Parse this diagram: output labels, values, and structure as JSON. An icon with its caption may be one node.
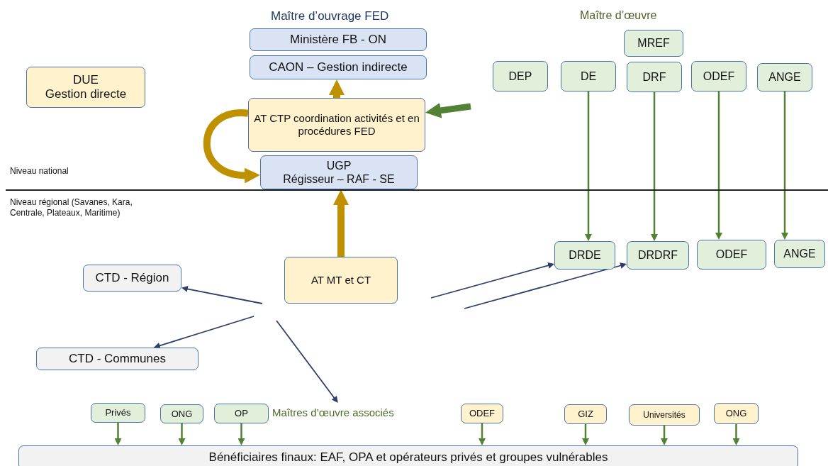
{
  "diagram": {
    "nodes": [
      {
        "text": [
          "DUE",
          "Gestion directe"
        ]
      },
      {
        "text": [
          "Ministère FB - ON"
        ]
      },
      {
        "text": [
          "CAON – Gestion indirecte"
        ]
      },
      {
        "text": [
          "AT CTP coordination activités et en procédures FED"
        ]
      },
      {
        "text": [
          "UGP",
          "Régisseur – RAF - SE"
        ]
      },
      {
        "text": [
          "MREF"
        ]
      },
      {
        "text": [
          "DEP"
        ]
      },
      {
        "text": [
          "DE"
        ]
      },
      {
        "text": [
          "DRF"
        ]
      },
      {
        "text": [
          "ODEF"
        ]
      },
      {
        "text": [
          "ANGE"
        ]
      },
      {
        "text": [
          "DRDE"
        ]
      },
      {
        "text": [
          "DRDRF"
        ]
      },
      {
        "text": [
          "ODEF"
        ]
      },
      {
        "text": [
          "ANGE"
        ]
      },
      {
        "text": [
          "CTD - Région"
        ]
      },
      {
        "text": [
          "AT MT et CT"
        ]
      },
      {
        "text": [
          "CTD - Communes"
        ]
      },
      {
        "text": [
          "Privés"
        ]
      },
      {
        "text": [
          "ONG"
        ]
      },
      {
        "text": [
          "OP"
        ]
      },
      {
        "text": [
          "Maîtres d’œuvre associés"
        ]
      },
      {
        "text": [
          "ODEF"
        ]
      },
      {
        "text": [
          "GIZ"
        ]
      },
      {
        "text": [
          "Universités"
        ]
      },
      {
        "text": [
          "ONG"
        ]
      },
      {
        "text": [
          "Bénéficiaires finaux: EAF, OPA et opérateurs privés et groupes vulnérables"
        ]
      }
    ],
    "edges": [
      {
        "from": 3,
        "to": 2,
        "arrow": "to",
        "style": "thick",
        "color": "#bf9000"
      },
      {
        "from": 3,
        "to": 4,
        "arrow": "to",
        "style": "thick",
        "color": "#bf9000"
      },
      {
        "from": 16,
        "to": 4,
        "arrow": "to",
        "style": "thick",
        "color": "#bf9000"
      },
      {
        "from": null,
        "to": 3,
        "arrow": "to",
        "style": "thick"
      },
      {
        "from": 7,
        "to": 11,
        "arrow": "to"
      },
      {
        "from": 8,
        "to": 12,
        "arrow": "to"
      },
      {
        "from": 9,
        "to": 13,
        "arrow": "to"
      },
      {
        "from": 10,
        "to": 14,
        "arrow": "to"
      },
      {
        "from": null,
        "to": 15,
        "arrow": "to",
        "color": "#2f3f6b"
      },
      {
        "from": null,
        "to": 17,
        "arrow": "to",
        "color": "#2f3f6b"
      },
      {
        "from": null,
        "to": 21,
        "arrow": "to",
        "color": "#2f3f6b"
      },
      {
        "from": null,
        "to": 11,
        "arrow": "to",
        "color": "#2f3f6b"
      },
      {
        "from": null,
        "to": 12,
        "arrow": "to",
        "color": "#2f3f6b"
      },
      {
        "from": 18,
        "to": 26,
        "arrow": "to"
      },
      {
        "from": 19,
        "to": 26,
        "arrow": "to"
      },
      {
        "from": 20,
        "to": 26,
        "arrow": "to"
      },
      {
        "from": 22,
        "to": 26,
        "arrow": "to"
      },
      {
        "from": 23,
        "to": 26,
        "arrow": "to"
      },
      {
        "from": 24,
        "to": 26,
        "arrow": "to"
      },
      {
        "from": 25,
        "to": 26,
        "arrow": "to"
      }
    ],
    "labels": [
      "Maître d’ouvrage FED",
      "Maître d’œuvre",
      "Niveau national",
      "Niveau régional (Savanes, Kara, Centrale, Plateaux, Maritime)"
    ]
  }
}
